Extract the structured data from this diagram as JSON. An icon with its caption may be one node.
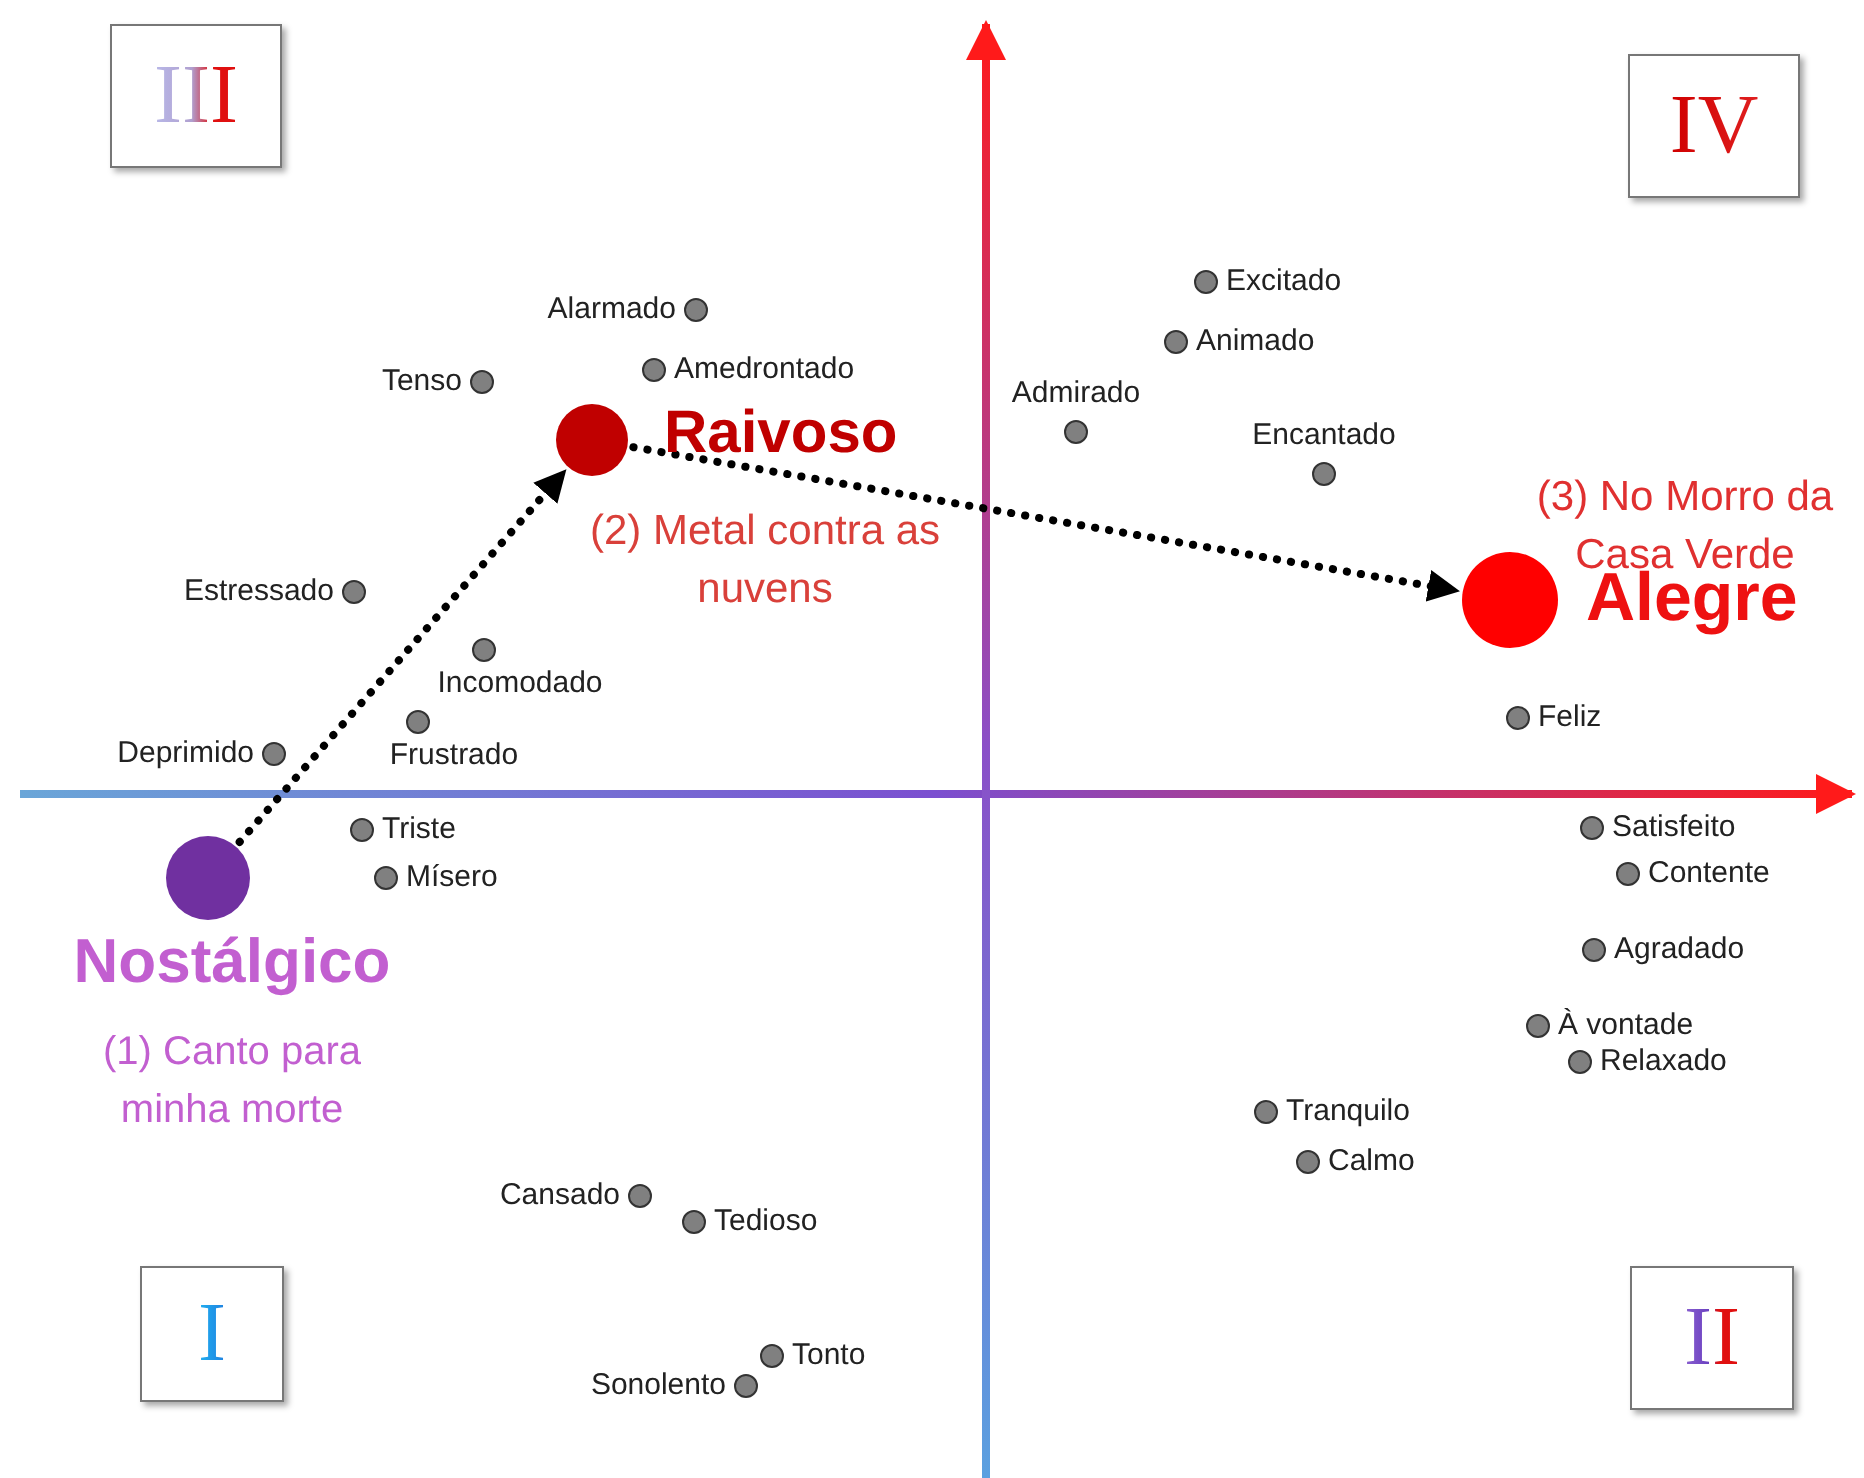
{
  "diagram": {
    "nodes": [
      {
        "text": [
          "III"
        ]
      },
      {
        "text": [
          "IV"
        ]
      },
      {
        "text": [],
        "shape": "circle",
        "beside": [
          "Raivoso",
          "(2) Metal contra as nuvens"
        ]
      },
      {
        "text": [],
        "shape": "circle",
        "beside": [
          "(3) No Morro da Casa Verde",
          "Alegre"
        ]
      },
      {
        "text": [],
        "shape": "circle",
        "beside": [
          "Nostálgico",
          "(1) Canto para minha morte"
        ]
      },
      {
        "text": [
          "I"
        ]
      },
      {
        "text": [
          "II"
        ]
      }
    ],
    "edges": [
      {
        "from": 4,
        "to": 2,
        "arrow": "to",
        "style": "dashed"
      },
      {
        "from": 2,
        "to": 3,
        "arrow": "to",
        "style": "dashed"
      }
    ],
    "labels": [
      "Excitado",
      "Alarmado",
      "Animado",
      "Amedrontado",
      "Tenso",
      "Admirado",
      "Encantado",
      "Estressado",
      "Incomodado",
      "Feliz",
      "Frustrado",
      "Deprimido",
      "Satisfeito",
      "Triste",
      "Contente",
      "Mísero",
      "Agradado",
      "À vontade",
      "Relaxado",
      "Tranquilo",
      "Calmo",
      "Cansado",
      "Tedioso",
      "Tonto",
      "Sonolento"
    ]
  }
}
